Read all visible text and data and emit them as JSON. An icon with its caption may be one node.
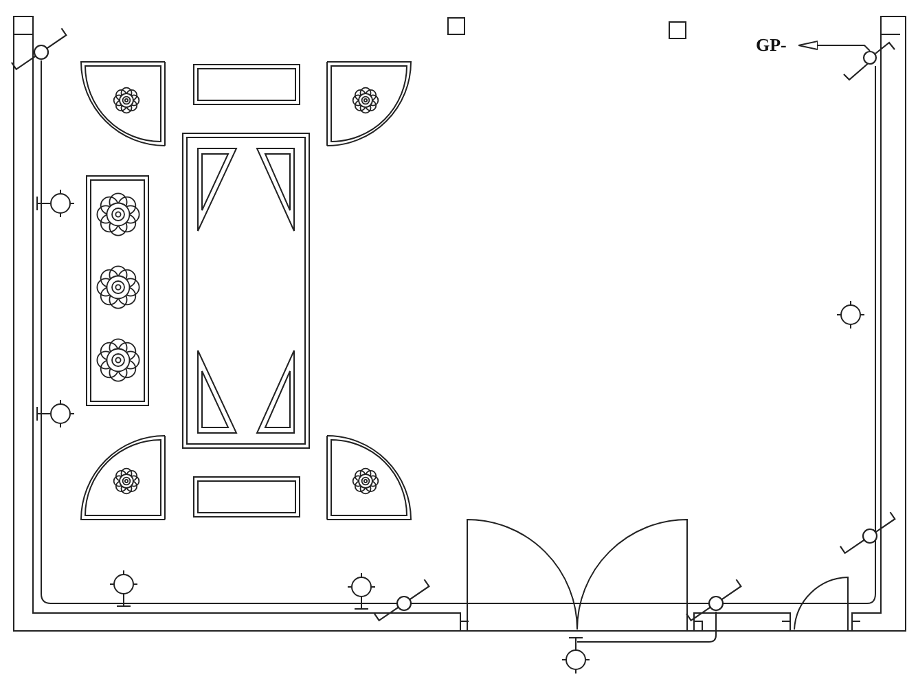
{
  "diagram": {
    "nodes": [
      {
        "text": [
          "GP-"
        ]
      },
      {
        "text": [],
        "shape": "circle"
      }
    ],
    "edges": [
      {
        "from": 1,
        "to": 0,
        "arrow": "to"
      }
    ]
  }
}
